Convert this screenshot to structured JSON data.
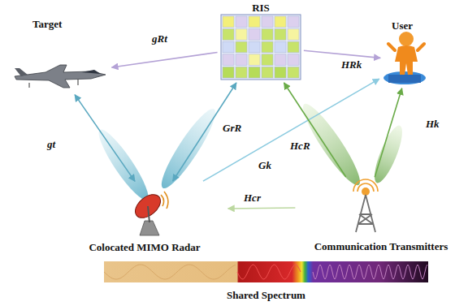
{
  "diagram": {
    "nodes": [
      {
        "text": [
          "Target"
        ]
      },
      {
        "text": [
          "RIS"
        ]
      },
      {
        "text": [
          "User"
        ]
      },
      {
        "text": [
          "Colocated MIMO Radar"
        ]
      },
      {
        "text": [
          "Communication Transmitters"
        ]
      },
      {
        "text": [
          "Shared Spectrum"
        ]
      }
    ],
    "edges": [
      {
        "from": 1,
        "to": 0,
        "label": "gRt",
        "arrow": "to"
      },
      {
        "from": 1,
        "to": 2,
        "label": "HRk",
        "arrow": "to"
      },
      {
        "from": 3,
        "to": 0,
        "label": "gt",
        "arrow": "both"
      },
      {
        "from": 3,
        "to": 1,
        "label": "GrR",
        "arrow": "both"
      },
      {
        "from": 3,
        "to": 2,
        "label": "Gk",
        "arrow": "to"
      },
      {
        "from": 4,
        "to": 1,
        "label": "HcR",
        "arrow": "to"
      },
      {
        "from": 4,
        "to": 2,
        "label": "Hk",
        "arrow": "to"
      },
      {
        "from": 4,
        "to": 3,
        "label": "Hcr",
        "arrow": "to"
      }
    ]
  }
}
